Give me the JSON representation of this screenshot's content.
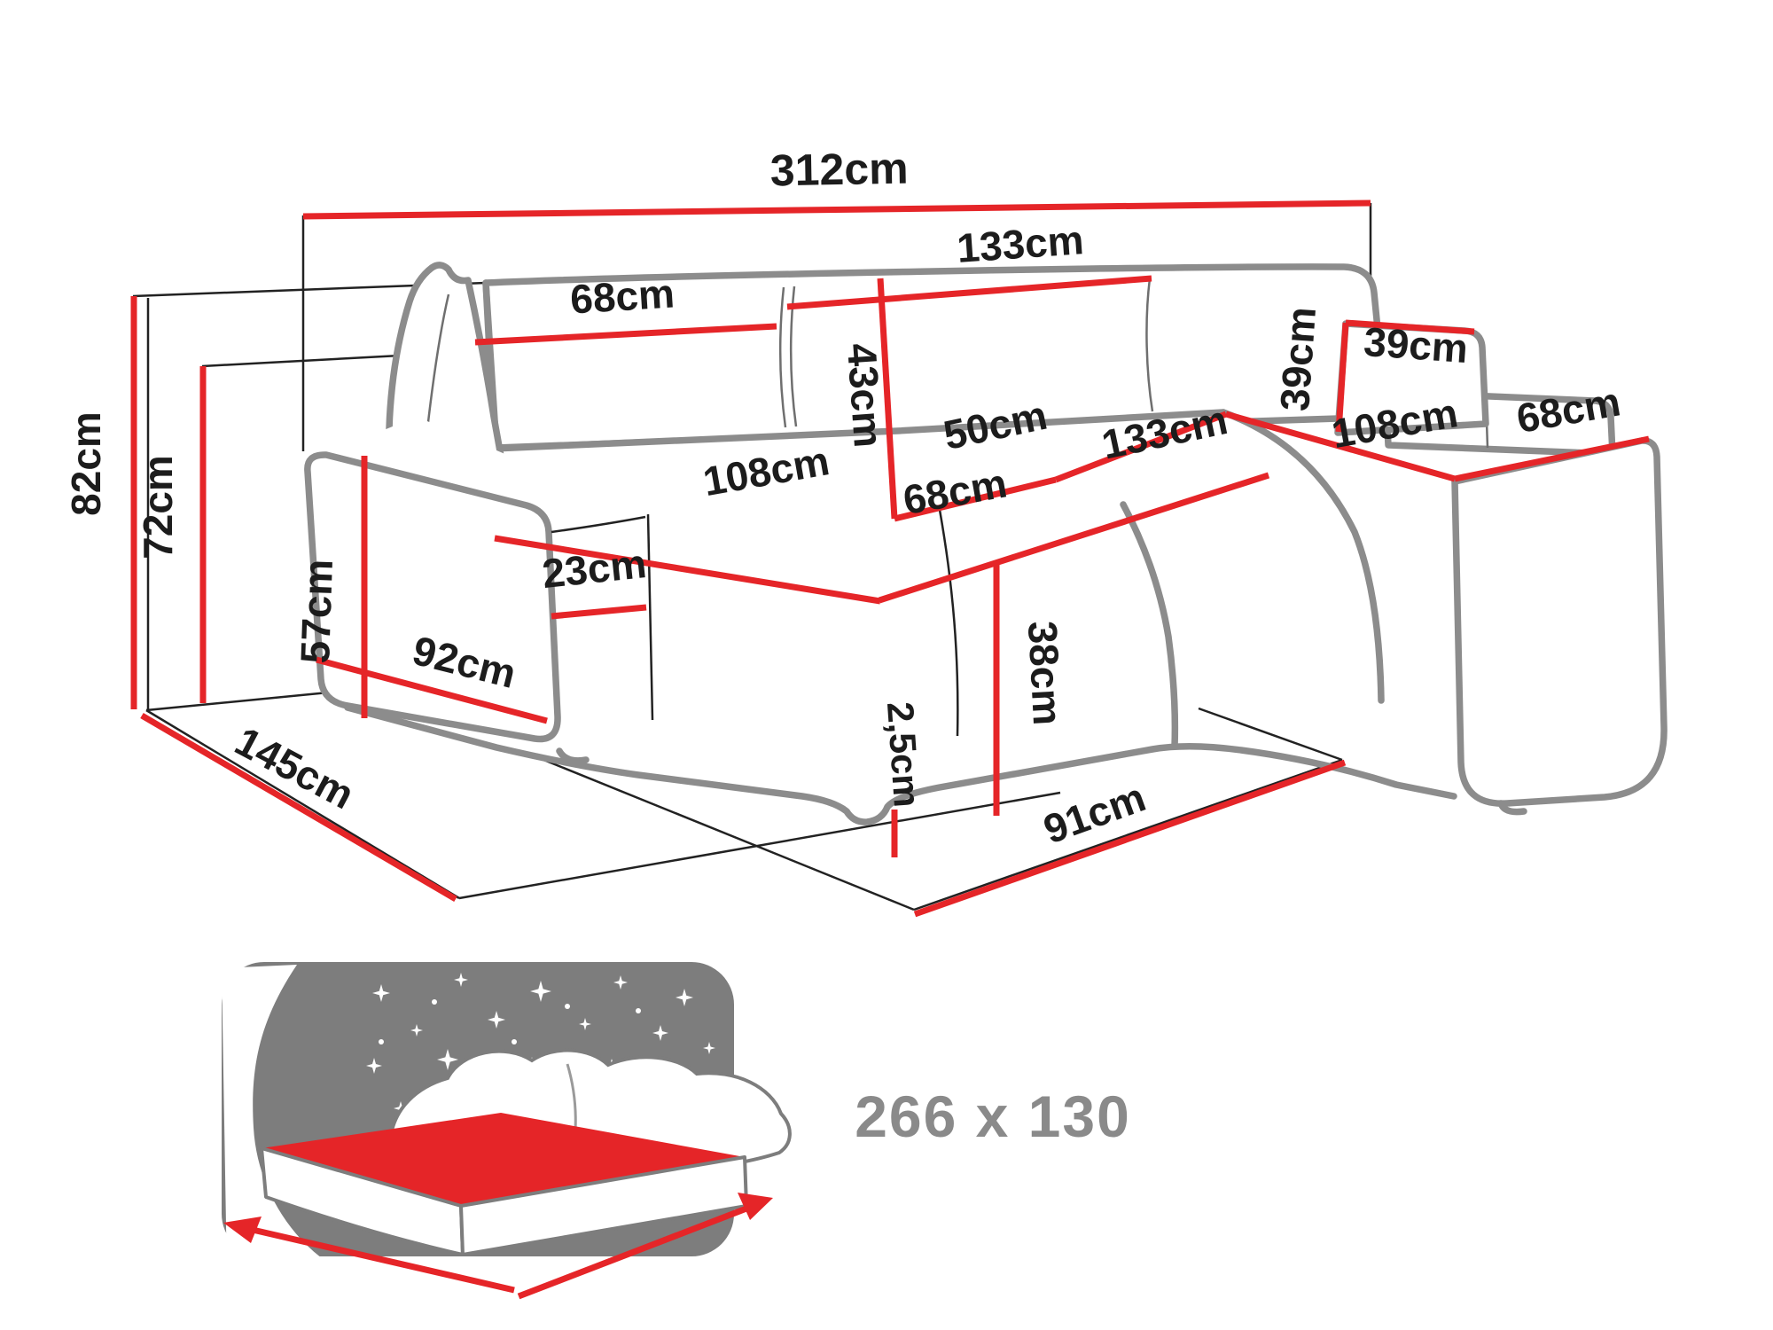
{
  "title": "U-shaped corner sofa dimension diagram",
  "unit": "cm",
  "colors": {
    "dimension_red": "#e52528",
    "outline_gray": "#8c8c8c",
    "label_black": "#1c1c1c",
    "icon_gray": "#7d7d7d",
    "sleep_text_gray": "#8a8a8a",
    "background": "#ffffff"
  },
  "dimensions": {
    "overall_width": {
      "label": "312cm"
    },
    "backrest_middle_width_top": {
      "label": "133cm"
    },
    "backrest_left_width": {
      "label": "68cm"
    },
    "backrest_cushion_height": {
      "label": "43cm"
    },
    "headrest_height": {
      "label": "39cm"
    },
    "headrest_width": {
      "label": "39cm"
    },
    "seat_back_depth": {
      "label": "50cm"
    },
    "seat_middle_width": {
      "label": "133cm"
    },
    "chaise_right_length": {
      "label": "108cm"
    },
    "chaise_right_width": {
      "label": "68cm"
    },
    "seat_left_length": {
      "label": "108cm"
    },
    "seat_left_width": {
      "label": "68cm"
    },
    "total_height": {
      "label": "82cm"
    },
    "backrest_total_height": {
      "label": "72cm"
    },
    "armrest_height": {
      "label": "57cm"
    },
    "armrest_width": {
      "label": "23cm"
    },
    "armrest_depth": {
      "label": "92cm"
    },
    "total_depth": {
      "label": "145cm"
    },
    "seat_height": {
      "label": "38cm"
    },
    "leg_height": {
      "label": "2,5cm"
    },
    "chaise_floor_depth": {
      "label": "91cm"
    }
  },
  "sleeping_area": {
    "label": "266 x 130"
  }
}
